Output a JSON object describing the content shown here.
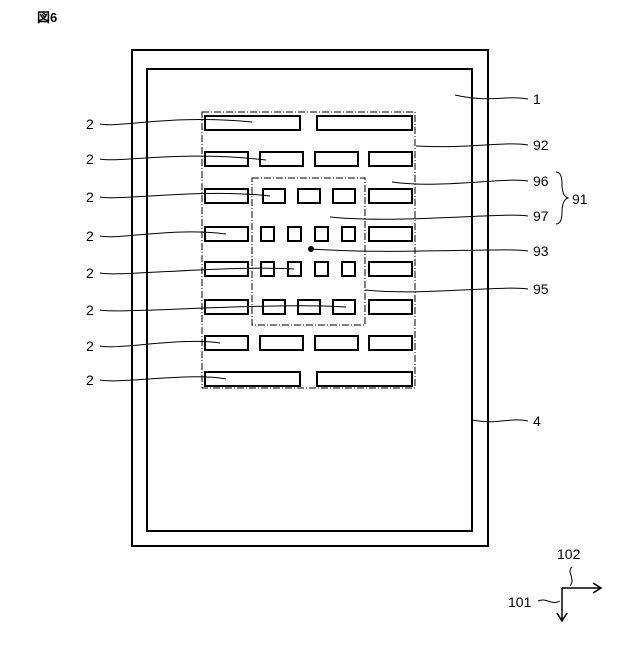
{
  "figure": {
    "title": "図6"
  },
  "labels": {
    "ref_1": "1",
    "ref_2": "2",
    "ref_4": "4",
    "ref_91": "91",
    "ref_92": "92",
    "ref_93": "93",
    "ref_95": "95",
    "ref_96": "96",
    "ref_97": "97",
    "ref_101": "101",
    "ref_102": "102"
  },
  "colors": {
    "line": "#000000",
    "background": "#ffffff"
  }
}
